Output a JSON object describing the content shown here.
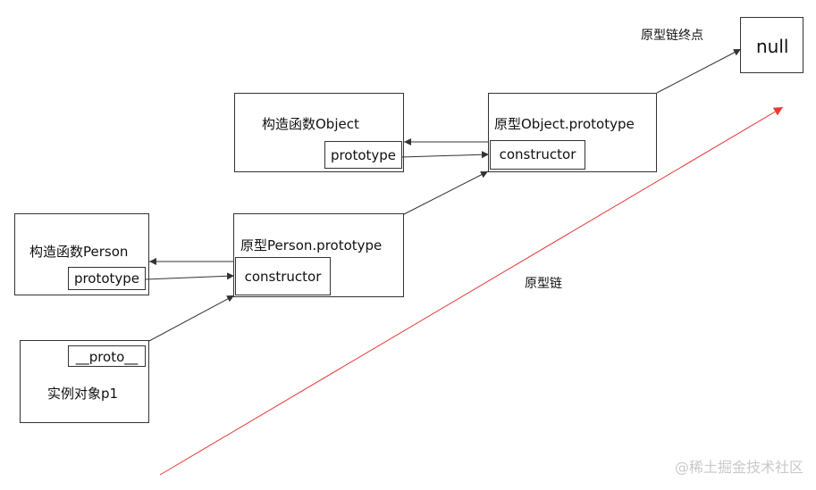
{
  "diagram": {
    "labels": {
      "constructor_object": "构造函数Object",
      "object_prototype": "原型Object.prototype",
      "constructor_person": "构造函数Person",
      "person_prototype": "原型Person.prototype",
      "instance": "实例对象p1",
      "null": "null",
      "chain_end": "原型链终点",
      "chain": "原型链"
    },
    "inner": {
      "object_prototype_field": "prototype",
      "object_constructor_field": "constructor",
      "person_prototype_field": "prototype",
      "person_constructor_field": "constructor",
      "proto_field": "__proto__"
    },
    "watermark": "@稀土掘金技术社区"
  },
  "colors": {
    "stroke": "#333333",
    "chain_arrow": "#e53935",
    "watermark": "#c9c9c9"
  }
}
